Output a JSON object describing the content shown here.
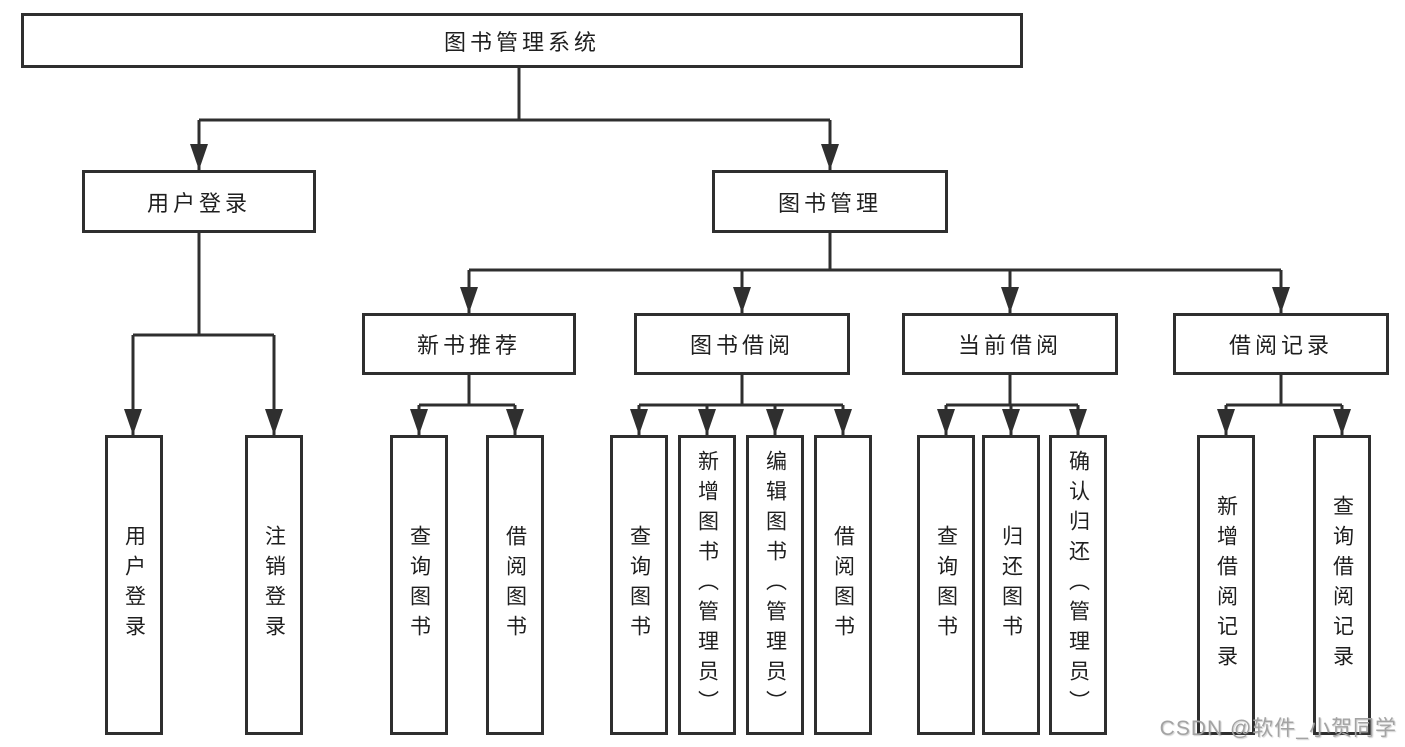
{
  "tree": {
    "root": {
      "label": "图书管理系统",
      "children": [
        {
          "label": "用户登录",
          "children": [
            {
              "label": "用户登录"
            },
            {
              "label": "注销登录"
            }
          ]
        },
        {
          "label": "图书管理",
          "children": [
            {
              "label": "新书推荐",
              "children": [
                {
                  "label": "查询图书"
                },
                {
                  "label": "借阅图书"
                }
              ]
            },
            {
              "label": "图书借阅",
              "children": [
                {
                  "label": "查询图书"
                },
                {
                  "label": "新增图书（管理员）"
                },
                {
                  "label": "编辑图书（管理员）"
                },
                {
                  "label": "借阅图书"
                }
              ]
            },
            {
              "label": "当前借阅",
              "children": [
                {
                  "label": "查询图书"
                },
                {
                  "label": "归还图书"
                },
                {
                  "label": "确认归还（管理员）"
                }
              ]
            },
            {
              "label": "借阅记录",
              "children": [
                {
                  "label": "新增借阅记录"
                },
                {
                  "label": "查询借阅记录"
                }
              ]
            }
          ]
        }
      ]
    }
  },
  "watermark": {
    "text": "CSDN @软件_小贺同学"
  },
  "colors": {
    "line": "#2f2f2f",
    "box_border": "#2f2f2f",
    "box_fill": "#ffffff",
    "text": "#1f1f1f",
    "watermark": "#a3a3a3",
    "background": "#ffffff"
  }
}
